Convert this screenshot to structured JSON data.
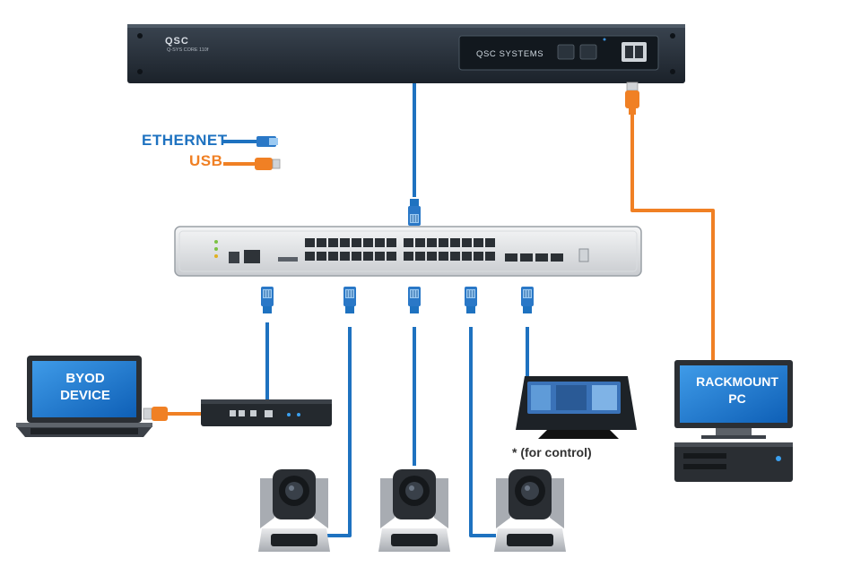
{
  "legend": {
    "ethernet_label": "ETHERNET",
    "usb_label": "USB",
    "ethernet_color": "#1e72c0",
    "usb_color": "#f08024"
  },
  "core": {
    "brand": "QSC",
    "model": "Q-SYS CORE 110f",
    "logo_text": "QSC SYSTEMS"
  },
  "switch": {
    "icon": "network-switch-icon"
  },
  "byod": {
    "label_line1": "BYOD",
    "label_line2": "DEVICE",
    "icon": "laptop-icon"
  },
  "bridge": {
    "icon": "usb-bridge-icon"
  },
  "touch_panel": {
    "note": "* (for control)",
    "icon": "touch-panel-icon"
  },
  "rackmount_pc": {
    "label_line1": "RACKMOUNT",
    "label_line2": "PC",
    "icon": "desktop-pc-icon"
  },
  "cameras": [
    {
      "icon": "ptz-camera-icon"
    },
    {
      "icon": "ptz-camera-icon"
    },
    {
      "icon": "ptz-camera-icon"
    }
  ]
}
